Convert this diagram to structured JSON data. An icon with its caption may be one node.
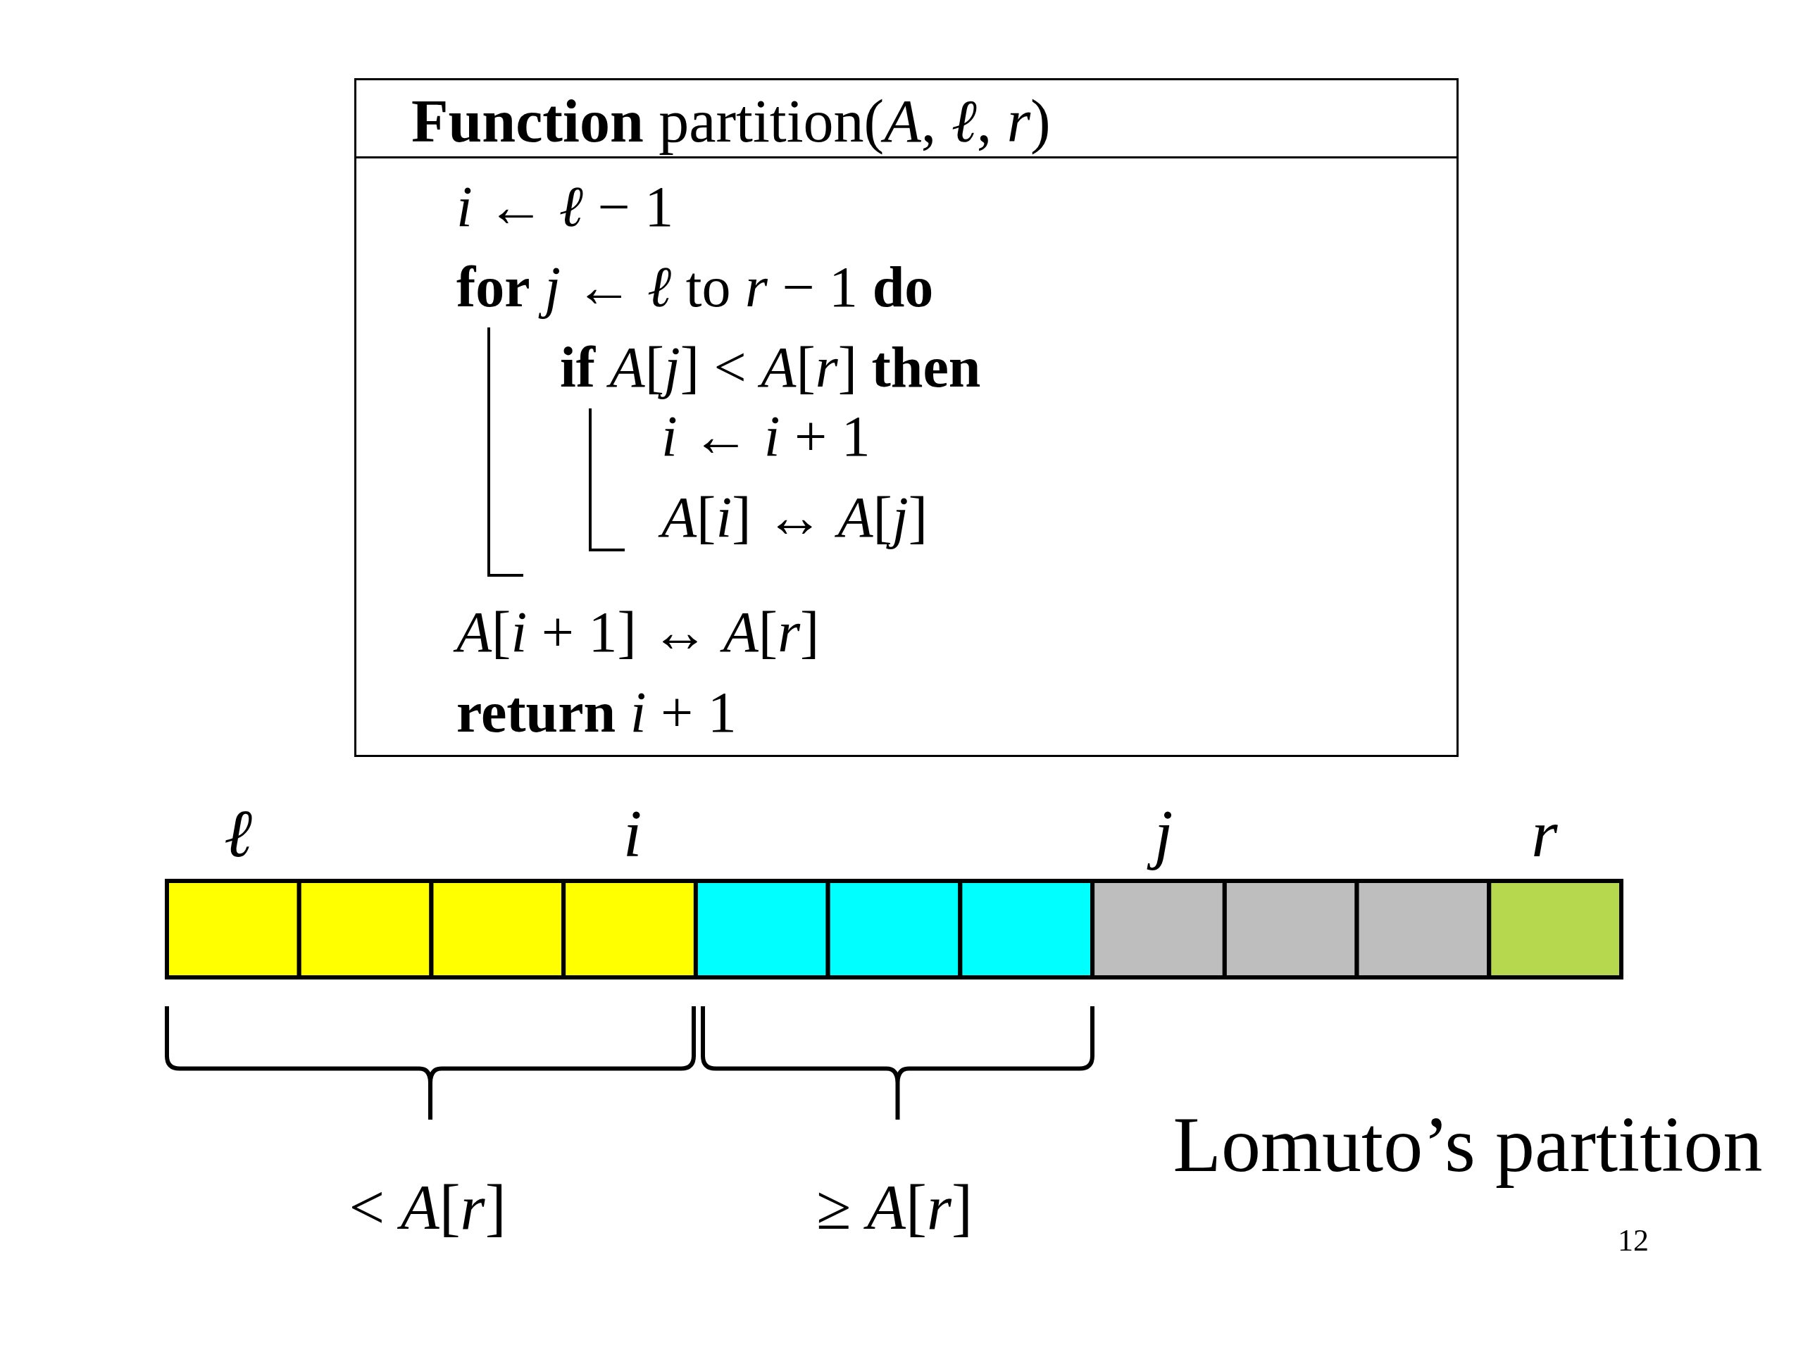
{
  "diagram": {
    "nodes": [
      {
        "text": [
          "**Function** partition(*A*, *ℓ*, *r*)",
          "*i* ← *ℓ* − 1",
          "**for** *j* ← *ℓ* to *r* − 1 **do**",
          "**if** *A*[*j*] < *A*[*r*] **then**",
          "*i* ← *i* + 1",
          "*A*[*i*] ↔ *A*[*j*]",
          "*A*[*i* + 1] ↔ *A*[*r*]",
          "**return** *i* + 1"
        ]
      }
    ],
    "edges": [],
    "labels": [
      "*ℓ*",
      "*i*",
      "*j*",
      "*r*",
      "< *A*[*r*]",
      "≥ *A*[*r*]",
      "Lomuto’s partition",
      "12"
    ]
  }
}
